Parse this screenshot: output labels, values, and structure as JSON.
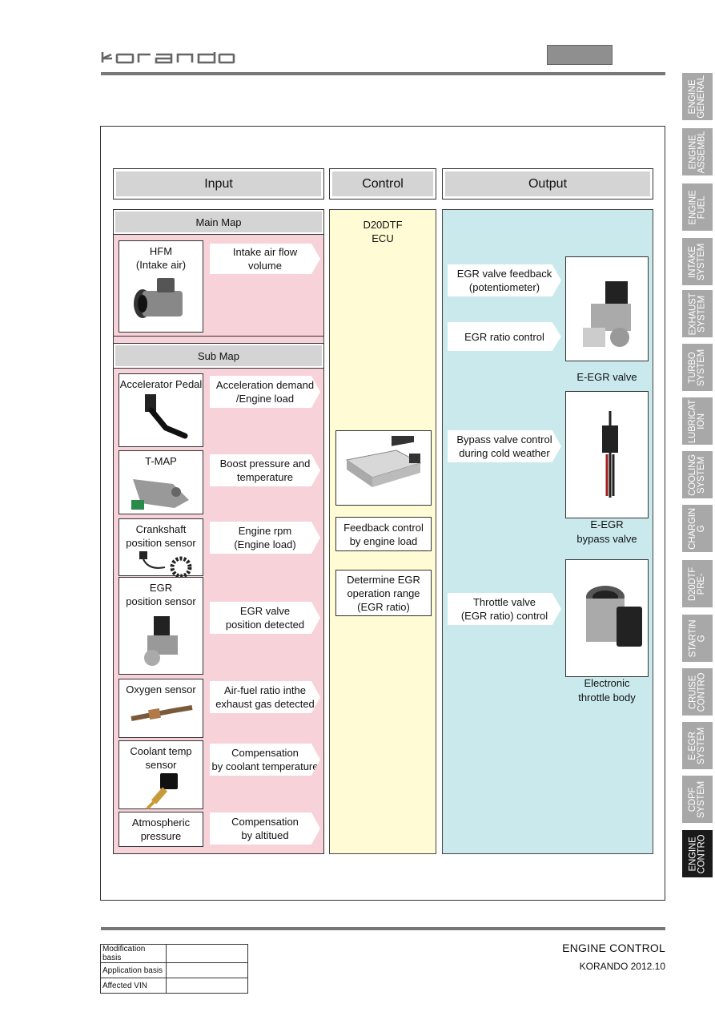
{
  "header": {
    "logo_text": "korando"
  },
  "side_tabs": [
    {
      "label": "ENGINE\nGENERAL",
      "active": false
    },
    {
      "label": "ENGINE\nASSEMBL",
      "active": false
    },
    {
      "label": "ENGINE\nFUEL",
      "active": false
    },
    {
      "label": "INTAKE\nSYSTEM",
      "active": false
    },
    {
      "label": "EXHAUST\nSYSTEM",
      "active": false
    },
    {
      "label": "TURBO\nSYSTEM",
      "active": false
    },
    {
      "label": "LUBRICAT\nION",
      "active": false
    },
    {
      "label": "COOLING\nSYSTEM",
      "active": false
    },
    {
      "label": "CHARGIN\nG",
      "active": false
    },
    {
      "label": "D20DTF\nPRE-",
      "active": false
    },
    {
      "label": "STARTIN\nG",
      "active": false
    },
    {
      "label": "CRUISE\nCONTRO",
      "active": false
    },
    {
      "label": "E-EGR\nSYSTEM",
      "active": false
    },
    {
      "label": "CDPF\nSYSTEM",
      "active": false
    },
    {
      "label": "ENGINE\nCONTRO",
      "active": true
    }
  ],
  "columns": {
    "input": "Input",
    "control": "Control",
    "output": "Output"
  },
  "main_map": {
    "title": "Main Map",
    "items": [
      {
        "sensor": "HFM\n(Intake air)",
        "signal": "Intake air flow\nvolume"
      }
    ]
  },
  "sub_map": {
    "title": "Sub Map",
    "items": [
      {
        "sensor": "Accelerator Pedal",
        "signal": "Acceleration demand\n/Engine load"
      },
      {
        "sensor": "T-MAP",
        "signal": "Boost pressure and\ntemperature"
      },
      {
        "sensor": "Crankshaft\nposition sensor",
        "signal": "Engine rpm\n(Engine load)"
      },
      {
        "sensor": "EGR\nposition sensor",
        "signal": "EGR valve\nposition detected"
      },
      {
        "sensor": "Oxygen sensor",
        "signal": "Air-fuel ratio inthe\nexhaust gas detected"
      },
      {
        "sensor": "Coolant temp\nsensor",
        "signal": "Compensation\nby coolant temperature"
      },
      {
        "sensor": "Atmospheric\npressure",
        "signal": "Compensation\nby altitued"
      }
    ]
  },
  "control": {
    "ecu_label": "D20DTF\nECU",
    "feedback": "Feedback control\nby engine load",
    "egr_range": "Determine EGR\noperation range\n(EGR ratio)"
  },
  "output": {
    "signals": [
      "EGR valve feedback\n(potentiometer)",
      "EGR ratio control",
      "Bypass valve control\nduring cold weather",
      "Throttle valve\n(EGR ratio) control"
    ],
    "devices": [
      "E-EGR valve",
      "E-EGR\nbypass valve",
      "Electronic\nthrottle body"
    ]
  },
  "footer": {
    "title": "ENGINE CONTROL",
    "subtitle": "KORANDO 2012.10",
    "basis_rows": [
      {
        "label": "Modification basis",
        "value": ""
      },
      {
        "label": "Application basis",
        "value": ""
      },
      {
        "label": "Affected VIN",
        "value": ""
      }
    ]
  }
}
